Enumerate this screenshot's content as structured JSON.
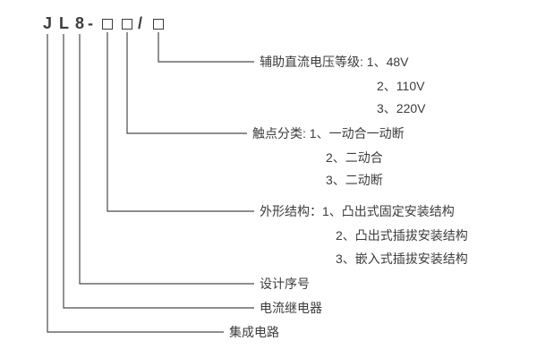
{
  "code": {
    "char_j": "J",
    "char_l": "L",
    "char_8": "8",
    "dash": "-",
    "slash": "/"
  },
  "groups": {
    "aux_voltage": {
      "line1": "辅助直流电压等级: 1、48V",
      "line2": "2、110V",
      "line3": "3、220V"
    },
    "contacts": {
      "line1": "触点分类: 1、一动合一动断",
      "line2": "2、二动合",
      "line3": "3、二动断"
    },
    "structure": {
      "line1": "外形结构：1、凸出式固定安装结构",
      "line2": "2、凸出式插拔安装结构",
      "line3": "3、嵌入式插拔安装结构"
    },
    "design_serial": "设计序号",
    "current_relay": "电流继电器",
    "integrated_circuit": "集成电路"
  }
}
